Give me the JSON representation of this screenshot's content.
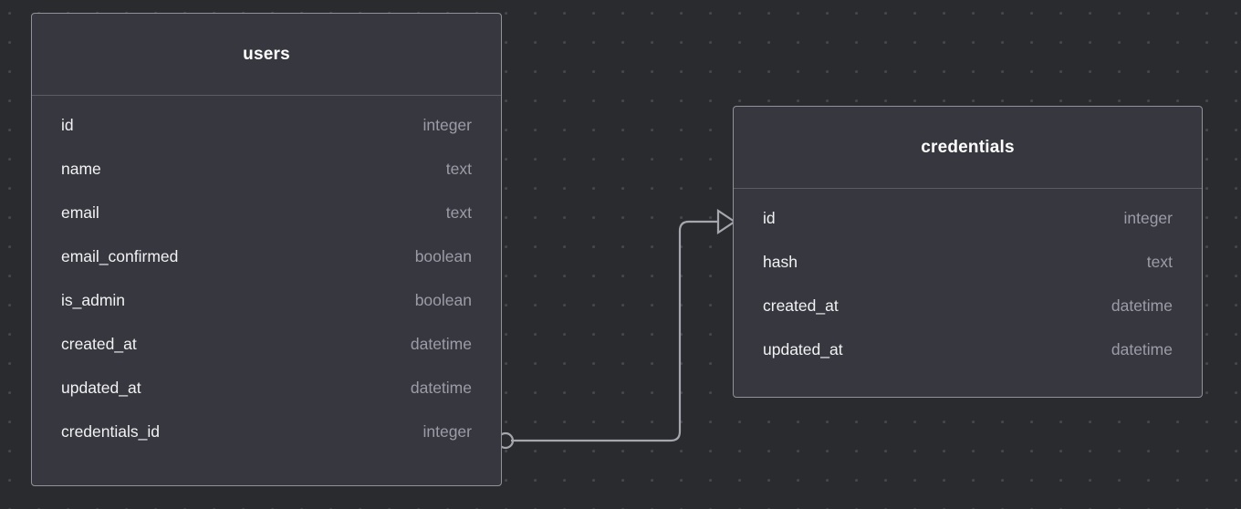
{
  "canvas": {
    "background_color": "#2a2b2f",
    "grid_dot_color": "#45464c",
    "grid_spacing": 32
  },
  "theme": {
    "card_background": "#36373f",
    "card_border": "#90919a",
    "header_divider": "#5b5c66",
    "column_name_color": "#f2f2f4",
    "column_type_color": "#9b9ca6",
    "connector_color": "#a6a7ae"
  },
  "tables": [
    {
      "id": "users",
      "name": "users",
      "columns": [
        {
          "name": "id",
          "type": "integer"
        },
        {
          "name": "name",
          "type": "text"
        },
        {
          "name": "email",
          "type": "text"
        },
        {
          "name": "email_confirmed",
          "type": "boolean"
        },
        {
          "name": "is_admin",
          "type": "boolean"
        },
        {
          "name": "created_at",
          "type": "datetime"
        },
        {
          "name": "updated_at",
          "type": "datetime"
        },
        {
          "name": "credentials_id",
          "type": "integer"
        }
      ]
    },
    {
      "id": "credentials",
      "name": "credentials",
      "columns": [
        {
          "name": "id",
          "type": "integer"
        },
        {
          "name": "hash",
          "type": "text"
        },
        {
          "name": "created_at",
          "type": "datetime"
        },
        {
          "name": "updated_at",
          "type": "datetime"
        }
      ]
    }
  ],
  "relationships": [
    {
      "id": "users-credentials",
      "from_table": "users",
      "from_column": "credentials_id",
      "from_marker": "zero-or-one-circle",
      "to_table": "credentials",
      "to_column": "id",
      "to_marker": "arrow-triangle"
    }
  ]
}
